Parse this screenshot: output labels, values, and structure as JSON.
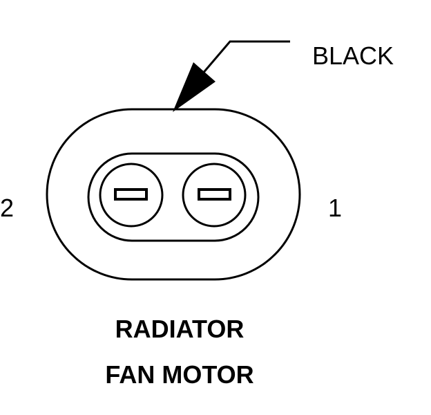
{
  "connector": {
    "wire_color_label": "BLACK",
    "pins": [
      {
        "number": "2"
      },
      {
        "number": "1"
      }
    ],
    "caption_lines": [
      "RADIATOR",
      "FAN MOTOR"
    ]
  },
  "colors": {
    "line": "#000000",
    "background": "#ffffff"
  }
}
